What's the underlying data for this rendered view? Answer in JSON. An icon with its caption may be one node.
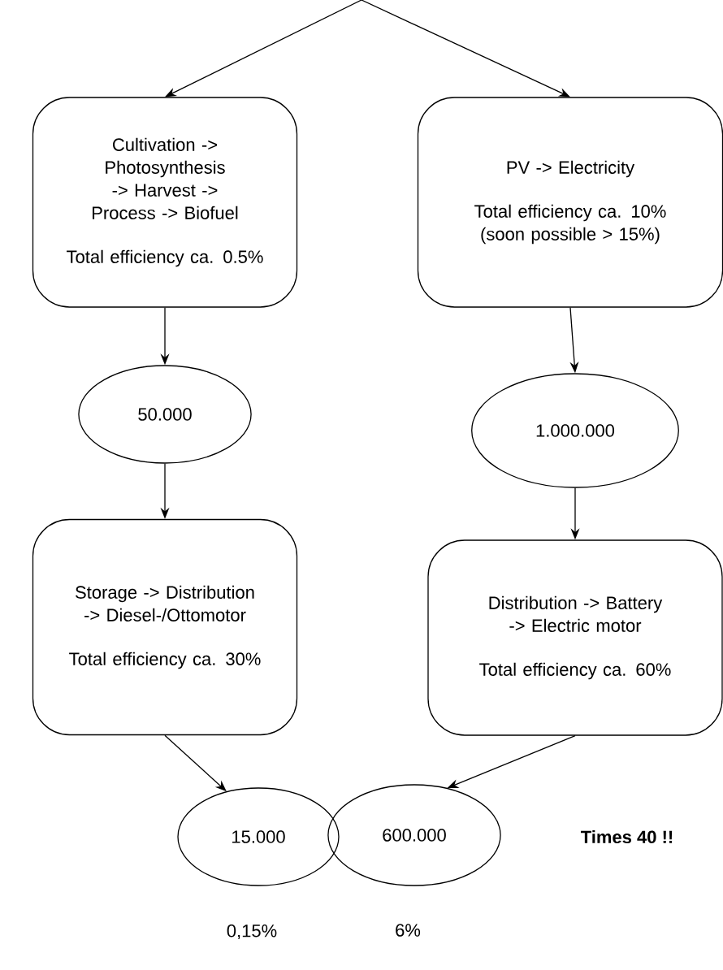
{
  "diagram": {
    "nodes": [
      {
        "text": [
          "Cultivation -> Photosynthesis -> Harvest -> Process -> Biofuel",
          "Total efficiency ca. 0.5%"
        ]
      },
      {
        "text": [
          "PV -> Electricity",
          "Total efficiency ca. 10% (soon possible > 15%)"
        ]
      },
      {
        "text": [
          "50.000"
        ]
      },
      {
        "text": [
          "1.000.000"
        ]
      },
      {
        "text": [
          "Storage -> Distribution -> Diesel-/Ottomotor",
          "Total efficiency ca. 30%"
        ]
      },
      {
        "text": [
          "Distribution -> Battery -> Electric motor",
          "Total efficiency ca. 60%"
        ]
      },
      {
        "text": [
          "15.000"
        ],
        "beside": [
          "0,15%"
        ]
      },
      {
        "text": [
          "600.000"
        ],
        "beside": [
          "6%"
        ]
      }
    ],
    "edges": [
      {
        "from": null,
        "to": 0,
        "arrow": "to"
      },
      {
        "from": null,
        "to": 1,
        "arrow": "to"
      },
      {
        "from": 0,
        "to": 2,
        "arrow": "to"
      },
      {
        "from": 2,
        "to": 4,
        "arrow": "to"
      },
      {
        "from": 4,
        "to": 6,
        "arrow": "to"
      },
      {
        "from": 1,
        "to": 3,
        "arrow": "to"
      },
      {
        "from": 3,
        "to": 5,
        "arrow": "to"
      },
      {
        "from": 5,
        "to": 7,
        "arrow": "to"
      }
    ],
    "labels": [
      "**Times 40 !!**"
    ]
  }
}
